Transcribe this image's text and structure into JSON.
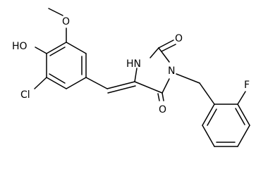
{
  "molecule": {
    "atoms": {
      "methoxy_o": "O",
      "hydroxyl": "HO",
      "chlorine": "Cl",
      "nh": "HN",
      "carbonyl_o_top": "O",
      "n3": "N",
      "carbonyl_o_bottom": "O",
      "fluorine": "F"
    }
  }
}
